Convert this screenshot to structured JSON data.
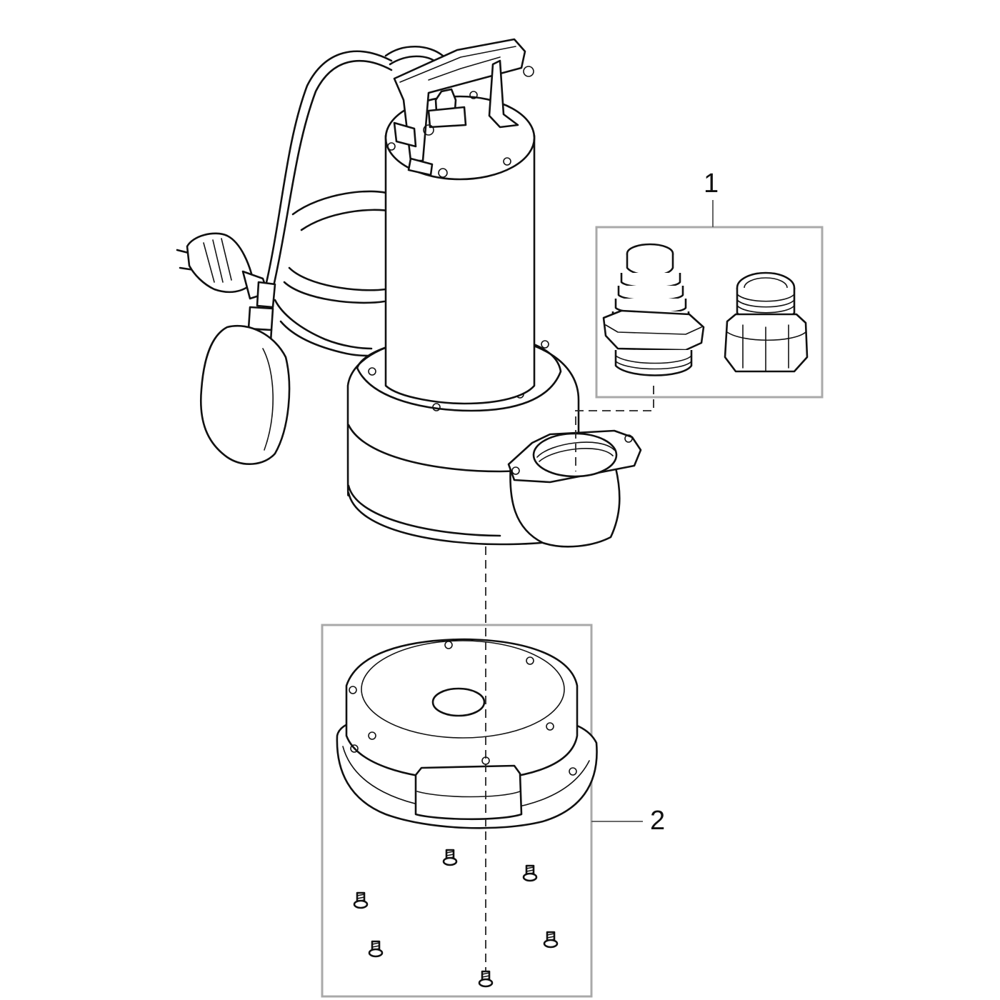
{
  "callouts": [
    {
      "id": "1",
      "label": "1"
    },
    {
      "id": "2",
      "label": "2"
    }
  ],
  "colors": {
    "line": "#111111",
    "box_border": "#a9a9a9",
    "background": "#ffffff"
  }
}
